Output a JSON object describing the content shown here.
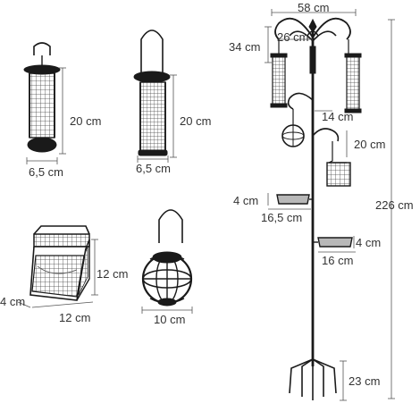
{
  "colors": {
    "metal": "#1a1a1a",
    "mesh": "#444444",
    "dimension_line": "#555555",
    "text": "#333333",
    "tray": "#b8b8b8"
  },
  "products": {
    "tube_feeder_small": {
      "height": "20 cm",
      "width": "6,5 cm"
    },
    "tube_feeder_tall": {
      "height": "20 cm",
      "width": "6,5 cm"
    },
    "suet_cage": {
      "depth": "4 cm",
      "width": "12 cm",
      "height": "12 cm"
    },
    "ball_feeder": {
      "width": "10 cm"
    }
  },
  "station": {
    "total_width": "58 cm",
    "top_hook_height": "34 cm",
    "inner_arm": "26 cm",
    "lower_arm": "14 cm",
    "side_hook_drop": "20 cm",
    "tray_upper_height": "4 cm",
    "tray_upper_width": "16,5 cm",
    "tray_lower_height": "4 cm",
    "tray_lower_width": "16 cm",
    "total_height": "226 cm",
    "stake_height": "23 cm"
  }
}
